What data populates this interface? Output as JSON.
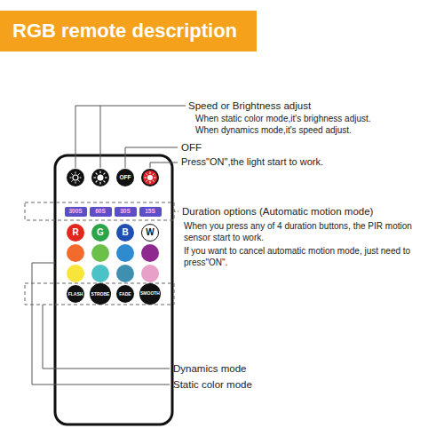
{
  "diagram": {
    "title": "RGB remote description",
    "nodes": [
      {
        "text": [
          "OFF"
        ]
      },
      {
        "text": [
          "300S"
        ]
      },
      {
        "text": [
          "60S"
        ]
      },
      {
        "text": [
          "30S"
        ]
      },
      {
        "text": [
          "15S"
        ]
      },
      {
        "text": [
          "R"
        ]
      },
      {
        "text": [
          "G"
        ]
      },
      {
        "text": [
          "B"
        ]
      },
      {
        "text": [
          "W"
        ]
      },
      {
        "text": [
          "FLASH"
        ]
      },
      {
        "text": [
          "STROBE"
        ]
      },
      {
        "text": [
          "FADE"
        ]
      },
      {
        "text": [
          "SMOOTH"
        ]
      }
    ],
    "labels": [
      "Speed or Brightness adjust",
      "When static color mode,it's brighness adjust.",
      "When dynamics mode,it's speed adjust.",
      "OFF",
      "Press\"ON\",the light start to work.",
      "Duration options (Automatic motion mode)",
      "When you press any of 4 duration buttons, the PIR motion sensor start to work.",
      "If you want to cancel automatic motion mode, just need to press\"ON\".",
      "Dynamics mode",
      "Static color mode"
    ]
  }
}
